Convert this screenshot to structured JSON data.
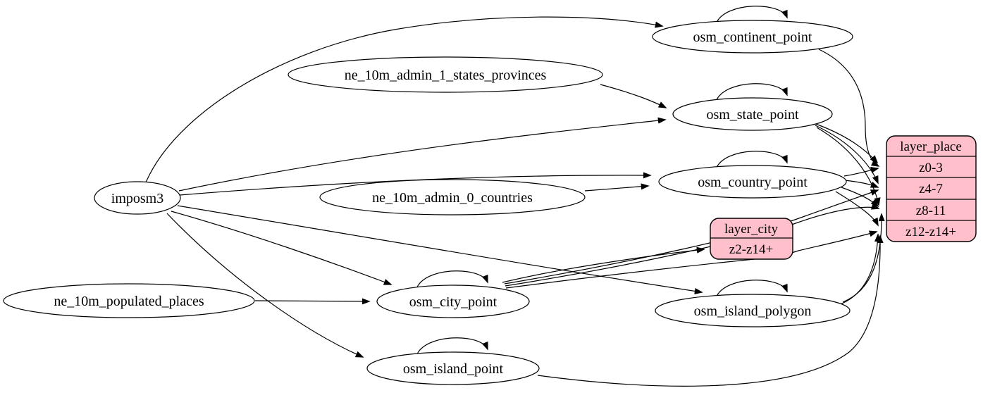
{
  "diagram": {
    "type": "etl-graph",
    "colors": {
      "record_fill": "#ffc0cb",
      "node_fill": "#ffffff",
      "stroke": "#000000",
      "background": "#ffffff"
    },
    "nodes": {
      "imposm3": "imposm3",
      "ne_10m_admin_1_states_provinces": "ne_10m_admin_1_states_provinces",
      "ne_10m_admin_0_countries": "ne_10m_admin_0_countries",
      "ne_10m_populated_places": "ne_10m_populated_places",
      "osm_continent_point": "osm_continent_point",
      "osm_state_point": "osm_state_point",
      "osm_country_point": "osm_country_point",
      "osm_city_point": "osm_city_point",
      "osm_island_polygon": "osm_island_polygon",
      "osm_island_point": "osm_island_point"
    },
    "records": {
      "layer_place": {
        "title": "layer_place",
        "rows": [
          "z0-3",
          "z4-7",
          "z8-11",
          "z12-z14+"
        ]
      },
      "layer_city": {
        "title": "layer_city",
        "rows": [
          "z2-z14+"
        ]
      }
    },
    "edges": [
      {
        "from": "imposm3",
        "to": "osm_continent_point"
      },
      {
        "from": "imposm3",
        "to": "osm_state_point"
      },
      {
        "from": "imposm3",
        "to": "osm_country_point"
      },
      {
        "from": "imposm3",
        "to": "osm_city_point"
      },
      {
        "from": "imposm3",
        "to": "osm_island_polygon"
      },
      {
        "from": "imposm3",
        "to": "osm_island_point"
      },
      {
        "from": "ne_10m_admin_1_states_provinces",
        "to": "osm_state_point"
      },
      {
        "from": "ne_10m_admin_0_countries",
        "to": "osm_country_point"
      },
      {
        "from": "ne_10m_populated_places",
        "to": "osm_city_point"
      },
      {
        "from": "osm_continent_point",
        "to": "osm_continent_point"
      },
      {
        "from": "osm_state_point",
        "to": "osm_state_point"
      },
      {
        "from": "osm_country_point",
        "to": "osm_country_point"
      },
      {
        "from": "osm_city_point",
        "to": "osm_city_point"
      },
      {
        "from": "osm_island_polygon",
        "to": "osm_island_polygon"
      },
      {
        "from": "osm_island_point",
        "to": "osm_island_point"
      },
      {
        "from": "osm_continent_point",
        "to": "layer_place:z0-3"
      },
      {
        "from": "osm_state_point",
        "to": "layer_place:z0-3"
      },
      {
        "from": "osm_state_point",
        "to": "layer_place:z4-7"
      },
      {
        "from": "osm_state_point",
        "to": "layer_place:z8-11"
      },
      {
        "from": "osm_country_point",
        "to": "layer_place:z0-3"
      },
      {
        "from": "osm_country_point",
        "to": "layer_place:z4-7"
      },
      {
        "from": "osm_country_point",
        "to": "layer_place:z8-11"
      },
      {
        "from": "osm_country_point",
        "to": "layer_place:z12-z14+"
      },
      {
        "from": "osm_city_point",
        "to": "layer_city:z2-z14+"
      },
      {
        "from": "osm_city_point",
        "to": "layer_place:z4-7"
      },
      {
        "from": "osm_city_point",
        "to": "layer_place:z8-11"
      },
      {
        "from": "osm_city_point",
        "to": "layer_place:z12-z14+"
      },
      {
        "from": "osm_island_polygon",
        "to": "layer_place:z8-11"
      },
      {
        "from": "osm_island_polygon",
        "to": "layer_place:z12-z14+"
      },
      {
        "from": "osm_island_point",
        "to": "layer_place:z12-z14+"
      }
    ]
  }
}
